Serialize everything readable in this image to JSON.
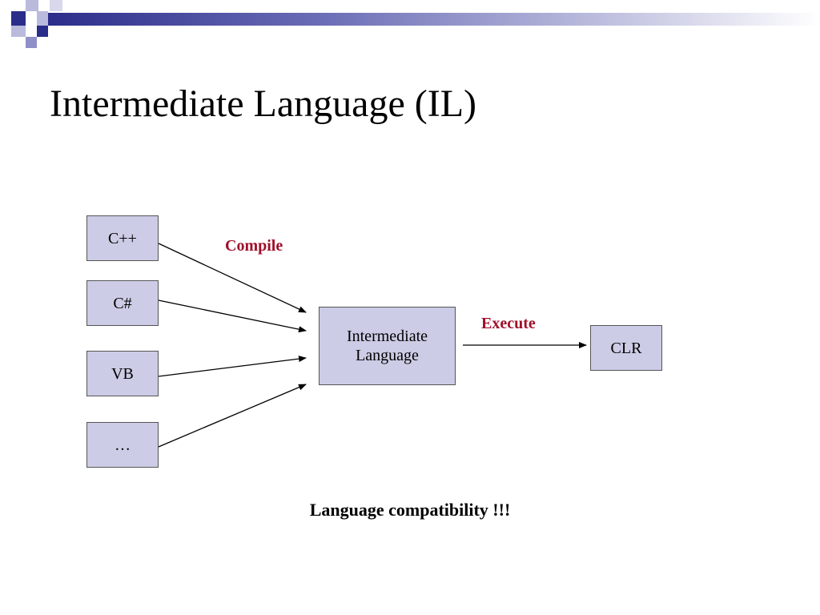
{
  "slide": {
    "title": "Intermediate Language (IL)",
    "caption": "Language compatibility !!!"
  },
  "diagram": {
    "sources": [
      {
        "label": "C++"
      },
      {
        "label": "C#"
      },
      {
        "label": "VB"
      },
      {
        "label": "…"
      }
    ],
    "compile_label": "Compile",
    "intermediate_label": "Intermediate\nLanguage",
    "execute_label": "Execute",
    "runtime_label": "CLR"
  },
  "colors": {
    "box_fill": "#cccce6",
    "accent_label": "#a0102a",
    "header_navy": "#2b2d8a"
  }
}
